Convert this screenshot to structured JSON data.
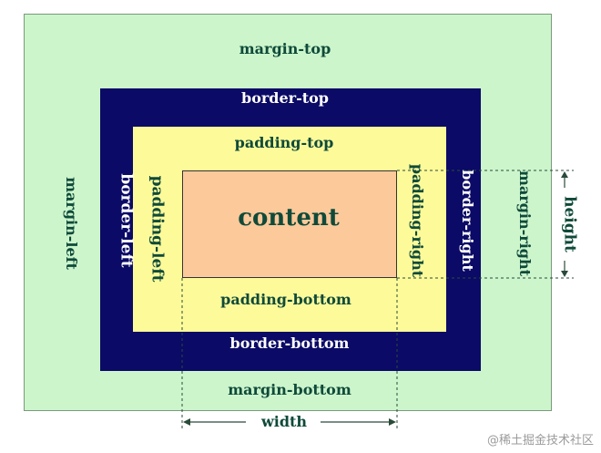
{
  "diagram": {
    "margin_top": "margin-top",
    "margin_left": "margin-left",
    "margin_right": "margin-right",
    "margin_bottom": "margin-bottom",
    "border_top": "border-top",
    "border_left": "border-left",
    "border_right": "border-right",
    "border_bottom": "border-bottom",
    "padding_top": "padding-top",
    "padding_left": "padding-left",
    "padding_right": "padding-right",
    "padding_bottom": "padding-bottom",
    "content": "content",
    "height": "height",
    "width": "width"
  },
  "watermark": "@稀土掘金技术社区",
  "colors": {
    "margin": "#ccf5cc",
    "border": "#0b0a66",
    "padding": "#fdfa9a",
    "content": "#fcc99a",
    "label_dark": "#0f4a39"
  }
}
